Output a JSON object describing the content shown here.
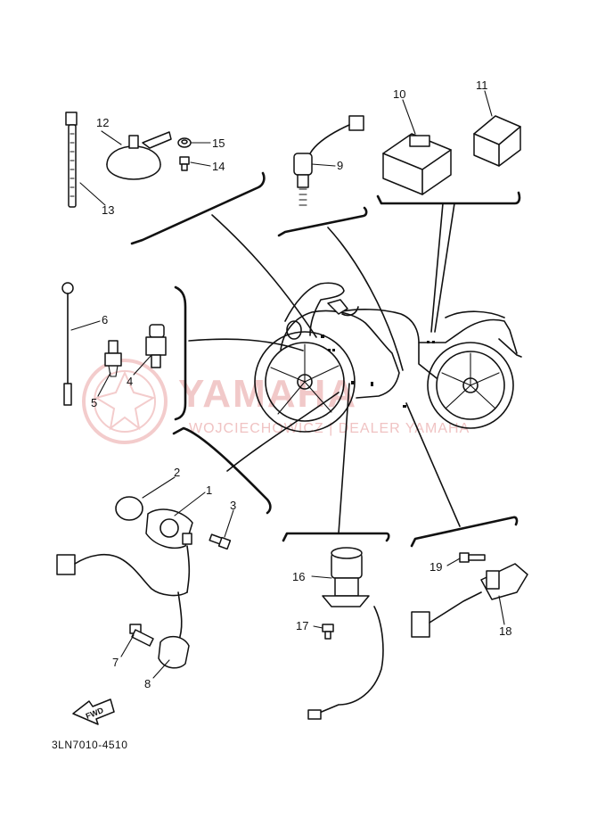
{
  "diagram": {
    "catalog_code": "3LN7010-4510",
    "watermark": {
      "brand": "YAMAHA",
      "dealer": "WOJCIECHOWICZ | DEALER YAMAHA"
    },
    "fwd_label": "FWD",
    "callouts": [
      "1",
      "2",
      "3",
      "4",
      "5",
      "6",
      "7",
      "8",
      "9",
      "10",
      "11",
      "12",
      "13",
      "14",
      "15",
      "16",
      "17",
      "18",
      "19"
    ]
  }
}
